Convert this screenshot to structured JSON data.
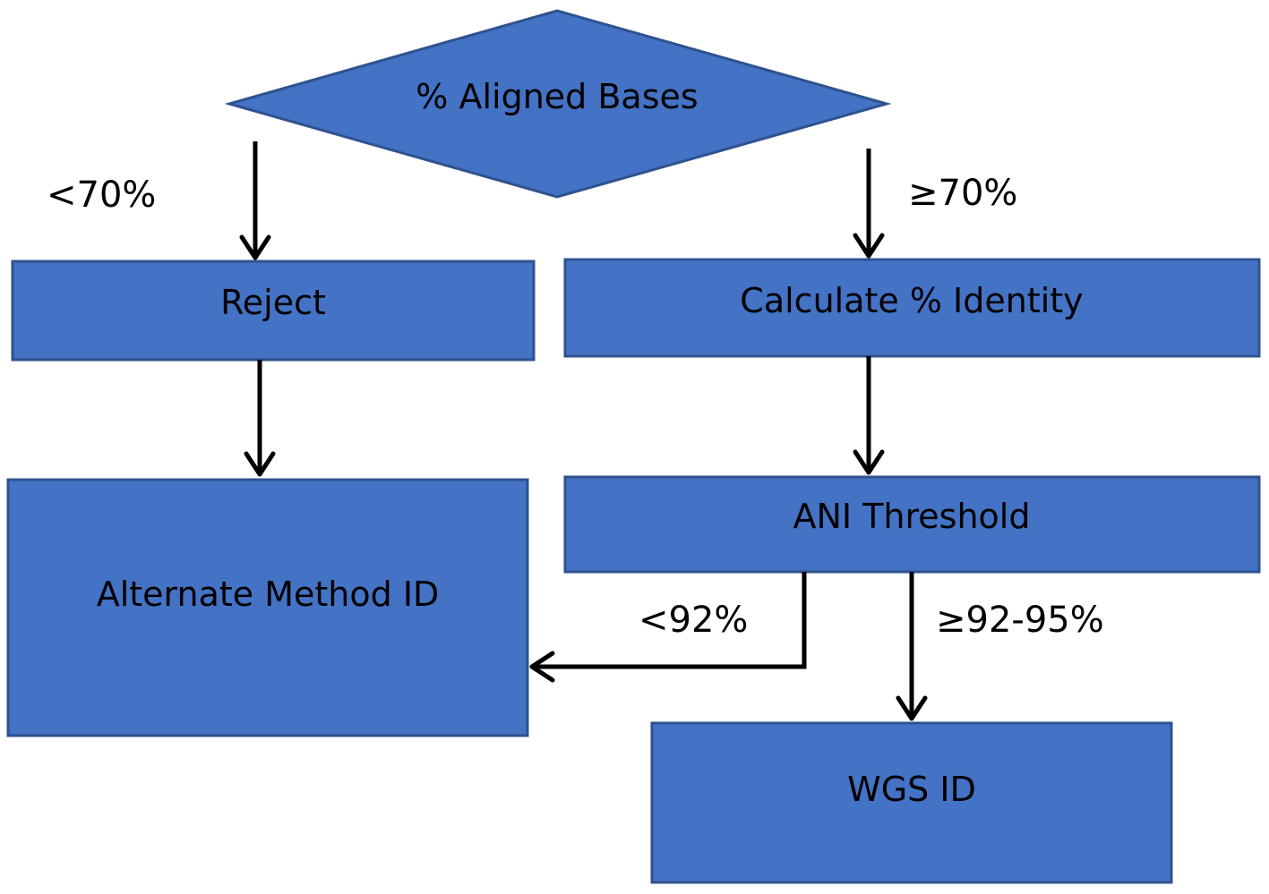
{
  "nodes": {
    "aligned_bases": "% Aligned Bases",
    "reject": "Reject",
    "calculate_identity": "Calculate % Identity",
    "alternate_method": "Alternate Method ID",
    "ani_threshold": "ANI Threshold",
    "wgs_id": "WGS ID"
  },
  "edge_labels": {
    "below_70": "<70%",
    "at_least_70": "≥70%",
    "below_92": "<92%",
    "range_92_95": "≥92-95%"
  },
  "colors": {
    "node_fill": "#4472C4",
    "node_border": "#2F528F",
    "arrow": "#000000"
  }
}
